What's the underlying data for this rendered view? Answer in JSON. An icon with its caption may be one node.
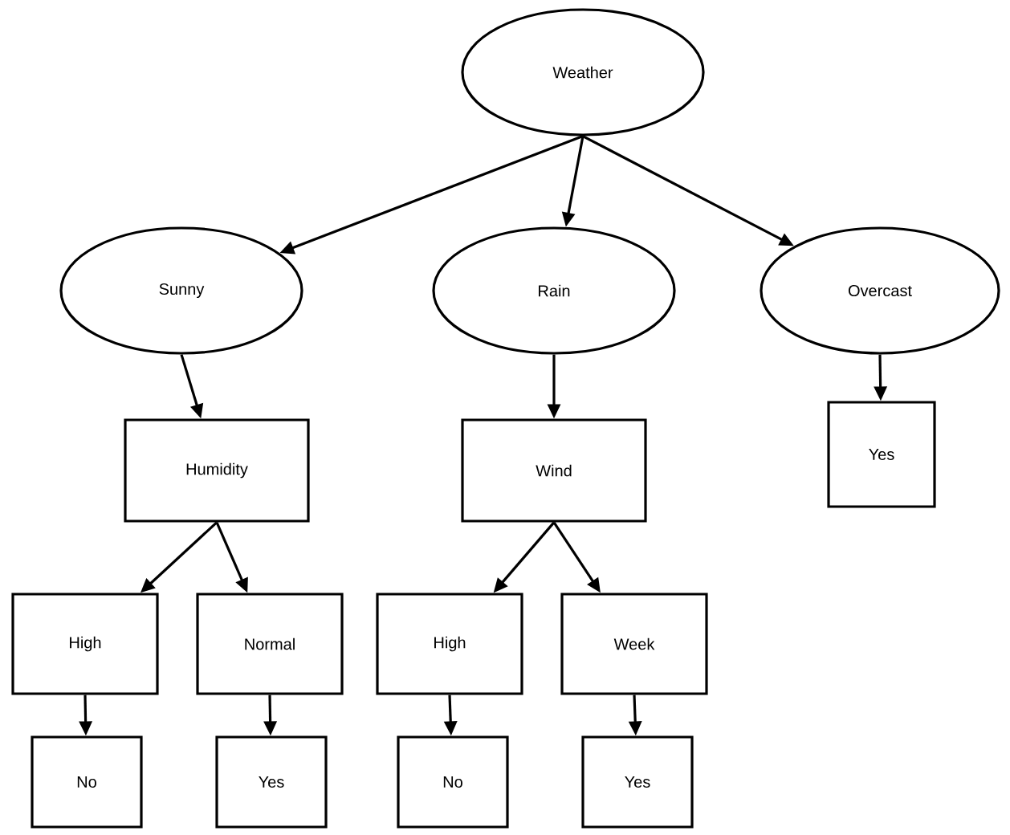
{
  "diagram": {
    "nodes": [
      {
        "text": [
          "Weather"
        ]
      },
      {
        "text": [
          "Sunny"
        ]
      },
      {
        "text": [
          "Rain"
        ]
      },
      {
        "text": [
          "Overcast"
        ]
      },
      {
        "text": [
          "Humidity"
        ]
      },
      {
        "text": [
          "Wind"
        ]
      },
      {
        "text": [
          "Yes"
        ]
      },
      {
        "text": [
          "High"
        ]
      },
      {
        "text": [
          "Normal"
        ]
      },
      {
        "text": [
          "High"
        ]
      },
      {
        "text": [
          "Week"
        ]
      },
      {
        "text": [
          "No"
        ]
      },
      {
        "text": [
          "Yes"
        ]
      },
      {
        "text": [
          "No"
        ]
      },
      {
        "text": [
          "Yes"
        ]
      }
    ],
    "edges": [
      {
        "from": 0,
        "to": 1,
        "arrow": "to"
      },
      {
        "from": 0,
        "to": 2,
        "arrow": "to"
      },
      {
        "from": 0,
        "to": 3,
        "arrow": "to"
      },
      {
        "from": 1,
        "to": 4,
        "arrow": "to"
      },
      {
        "from": 2,
        "to": 5,
        "arrow": "to"
      },
      {
        "from": 3,
        "to": 6,
        "arrow": "to"
      },
      {
        "from": 4,
        "to": 7,
        "arrow": "to"
      },
      {
        "from": 4,
        "to": 8,
        "arrow": "to"
      },
      {
        "from": 5,
        "to": 9,
        "arrow": "to"
      },
      {
        "from": 5,
        "to": 10,
        "arrow": "to"
      },
      {
        "from": 7,
        "to": 11,
        "arrow": "to"
      },
      {
        "from": 8,
        "to": 12,
        "arrow": "to"
      },
      {
        "from": 9,
        "to": 13,
        "arrow": "to"
      },
      {
        "from": 10,
        "to": 14,
        "arrow": "to"
      }
    ]
  }
}
